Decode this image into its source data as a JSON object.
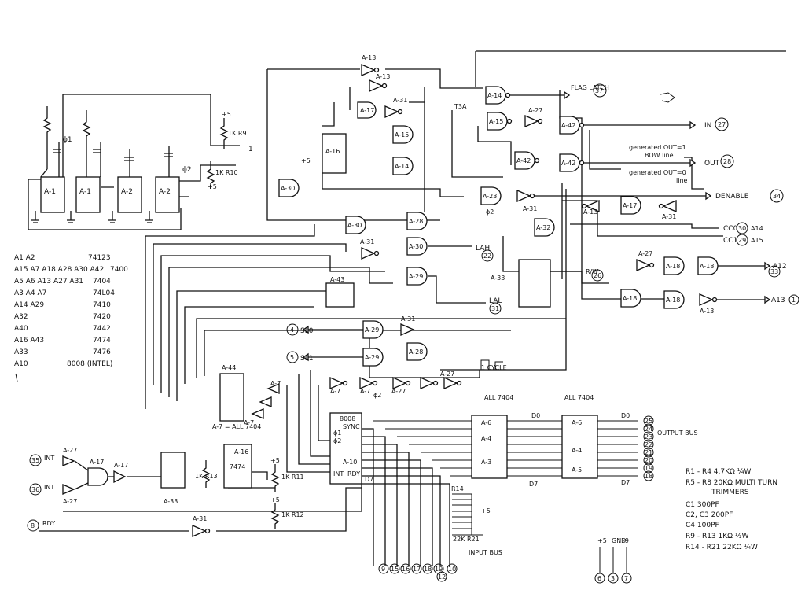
{
  "labels": {
    "flag_latch": "FLAG LATCH",
    "flag_latch_num": "37",
    "in_signal": "IN",
    "in_num": "27",
    "out_signal": "OUT",
    "out_num": "28",
    "d_enable": "DENABLE",
    "d_enable_num": "34",
    "cc0": "CC0",
    "cc0_num": "30",
    "cc0_suffix": "A14",
    "cc1": "CC1",
    "cc1_num": "29",
    "cc1_suffix": "A15",
    "lah": "LAH",
    "lah_num": "22",
    "lal": "LAL",
    "lal_num": "31",
    "rw": "R/W",
    "rw_num": "26",
    "a12": "A12",
    "a12_num": "33",
    "a13": "A13",
    "a13_num": "1",
    "sl0": "SL0",
    "sl0_num": "4",
    "sl1": "SL1",
    "sl1_num": "5",
    "generated_out1": "generated OUT=1",
    "generated_out1_b": "BOW line",
    "generated_out0": "generated OUT=0",
    "generated_out0_b": "line",
    "t3a": "T3A",
    "int_label": "INT",
    "int_pin1": "35",
    "int_pin2": "36",
    "rdy_label": "RDY",
    "rdy_pin": "8",
    "output_bus": "OUTPUT BUS",
    "input_bus": "INPUT BUS",
    "all_7404_1": "ALL 7404",
    "all_7404_2": "ALL 7404",
    "all_7404_note": "A-7 = ALL 7404",
    "d0_a": "D0",
    "d0_b": "D0",
    "d7_a": "D7",
    "d7_b": "D7",
    "d7_c": "D7",
    "r14_label": "R14",
    "r21_label": "22K R21",
    "phi1": "ϕ1",
    "phi2": "ϕ2",
    "r10": "1K R10",
    "r9": "1K R9",
    "r11": "1K R11",
    "r12": "1K R12",
    "r13": "1K R13",
    "plus5": "+5",
    "minus9": "-9",
    "rdy_pin_name": "RDY",
    "int_pin_name": "INT",
    "ssync": "SYNC",
    "cycle_note": "1 CYCLE",
    "mark_one": "1"
  },
  "chips": {
    "a1_first": "A-1",
    "a1_second": "A-1",
    "a2_first": "A-2",
    "a2_second": "A-2",
    "a16_top": "A-16",
    "a16_bottom": "A-16",
    "a43": "A-43",
    "a44": "A-44",
    "a33_top": "A-33",
    "a33_bottom": "A-33",
    "a32": "A-32",
    "a10": "A-10",
    "a10_type": "8008",
    "ic7474": "7474",
    "g_a13_top": "A-13",
    "g_a13_top2": "A-13",
    "g_a31_top": "A-31",
    "g_a17_top": "A-17",
    "g_a14_top": "A-14",
    "g_a15_top": "A-15",
    "g_a27_top": "A-27",
    "g_a42_a": "A-42",
    "g_a42_b": "A-42",
    "g_a42_c": "A-42",
    "g_a15_mid": "A-15",
    "g_a14_mid": "A-14",
    "g_a30_left": "A-30",
    "g_a23": "A-23",
    "g_a31_mid": "A-31",
    "g_a13_mid": "A-13",
    "g_a17_mid": "A-17",
    "g_a31_right": "A-31",
    "g_a30_mid": "A-30",
    "g_a28_mid": "A-28",
    "g_a30_mid2": "A-30",
    "g_a29_mid": "A-29",
    "g_a31_low": "A-31",
    "g_a27_low": "A-27",
    "g_a18_a": "A-18",
    "g_a18_b": "A-18",
    "g_a18_c": "A-18",
    "g_a18_d": "A-18",
    "g_a13_low": "A-13",
    "g_a29_sl0": "A-29",
    "g_a31_sl0": "A-31",
    "g_a29_sl1": "A-29",
    "g_a28_sl1": "A-28",
    "g_a7_a": "A-7",
    "g_a7_b": "A-7",
    "g_a27_int": "A-27",
    "g_a27_int2": "A-27",
    "g_a17_int": "A-17",
    "g_a17_int2": "A-17",
    "g_a31_rdy": "A-31",
    "g_a27_chain": "A-27",
    "g_a27_chain2": "A-27",
    "g_a7_left": "A-7",
    "g_a7_left2": "A-7",
    "buf_a6": "A-6",
    "buf_a4": "A-4",
    "buf_a3": "A-3",
    "buf_a5": "A-5"
  },
  "parts_list": [
    {
      "chips": "A1 A2",
      "type": "74123"
    },
    {
      "chips": "A15 A7 A18 A28 A30 A42",
      "type": "7400"
    },
    {
      "chips": "A5 A6 A13 A27 A31",
      "type": "7404"
    },
    {
      "chips": "A3 A4 A7",
      "type": "74L04"
    },
    {
      "chips": "A14 A29",
      "type": "7410"
    },
    {
      "chips": "A32",
      "type": "7420"
    },
    {
      "chips": "A40",
      "type": "7442"
    },
    {
      "chips": "A16 A43",
      "type": "7474"
    },
    {
      "chips": "A33",
      "type": "7476"
    },
    {
      "chips": "A10",
      "type": "8008 (INTEL)"
    }
  ],
  "component_notes": [
    "R1 - R4  4.7KΩ  ¼W",
    "R5 - R8  20KΩ  MULTI TURN",
    "TRIMMERS",
    "C1  300PF",
    "C2, C3  200PF",
    "C4  100PF",
    "R9 - R13  1KΩ  ½W",
    "R14 - R21  22KΩ  ¼W"
  ],
  "output_pins": [
    "25",
    "24",
    "23",
    "22",
    "21",
    "20",
    "19",
    "18"
  ],
  "input_pins": [
    "9",
    "15",
    "16",
    "17",
    "18",
    "19",
    "12",
    "10"
  ],
  "bottom_pins": [
    "6",
    "3",
    "7"
  ],
  "bottom_pin_voltages": [
    "+5",
    "GND",
    "-9"
  ]
}
